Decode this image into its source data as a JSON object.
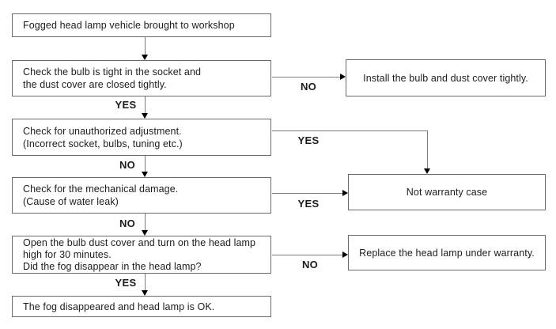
{
  "flowchart": {
    "nodes": {
      "start": {
        "lines": [
          "Fogged head lamp vehicle brought to workshop"
        ]
      },
      "check_bulb": {
        "lines": [
          "Check the bulb is tight in the socket and",
          "the dust cover are closed tightly."
        ]
      },
      "install": {
        "lines": [
          "Install the bulb and dust cover tightly."
        ]
      },
      "check_adjustment": {
        "lines": [
          "Check for unauthorized adjustment.",
          "(Incorrect socket, bulbs, tuning etc.)"
        ]
      },
      "check_damage": {
        "lines": [
          "Check for the mechanical damage.",
          "(Cause of water leak)"
        ]
      },
      "not_warranty": {
        "lines": [
          "Not warranty case"
        ]
      },
      "open_cover": {
        "lines": [
          "Open the bulb dust cover and turn on the head lamp",
          "high for 30 minutes.",
          "Did the fog disappear in the head lamp?"
        ]
      },
      "replace": {
        "lines": [
          "Replace the head lamp under warranty."
        ]
      },
      "ok": {
        "lines": [
          "The fog disappeared and head lamp is OK."
        ]
      }
    },
    "edge_labels": {
      "check_bulb_no": "NO",
      "check_bulb_yes": "YES",
      "check_adjustment_yes": "YES",
      "check_adjustment_no": "NO",
      "check_damage_yes": "YES",
      "check_damage_no": "NO",
      "open_cover_no": "NO",
      "open_cover_yes": "YES"
    },
    "colors": {
      "background": "#ffffff",
      "box_border": "#6a6a6a",
      "connector": "#7d7d7d",
      "arrowhead": "#000000",
      "text": "#1c1c1c"
    }
  }
}
